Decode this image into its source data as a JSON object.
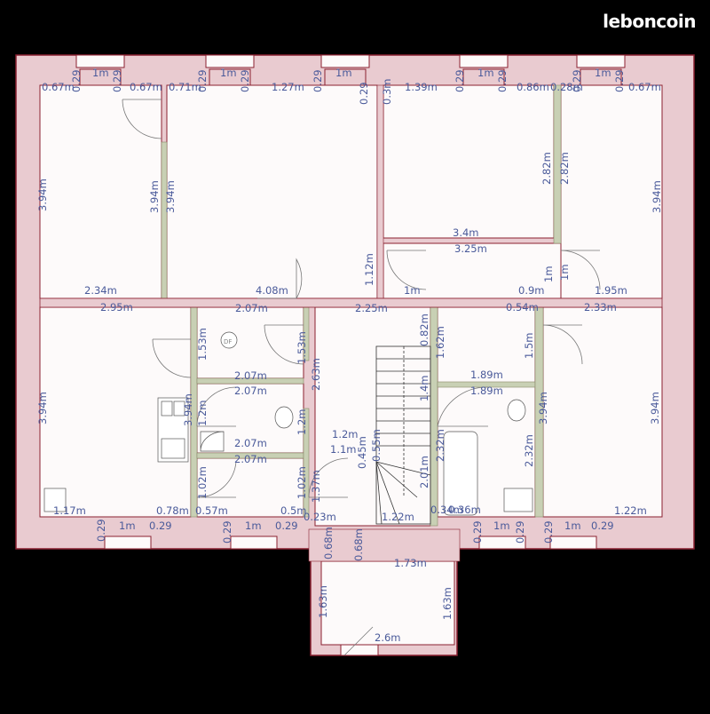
{
  "brand": {
    "name": "leboncoin"
  },
  "colors": {
    "background": "#000000",
    "wall_fill": "#e9cbd0",
    "wall_stroke": "#8a2030",
    "room_fill": "#fdfafa",
    "partition": "#c8d0b4",
    "dimension_text": "#4a5a9a"
  },
  "symbols": {
    "df_label": "DF"
  },
  "dimensions": {
    "top": [
      "0.67m",
      "0.29",
      "1m",
      "0.29",
      "0.67m",
      "0.71m",
      "0.29",
      "1m",
      "0.29",
      "1.27m",
      "0.29",
      "1m",
      "0.29",
      "0.3m",
      "1.39m",
      "0.29",
      "1m",
      "0.29",
      "0.86m",
      "0.28m",
      "0.29",
      "1m",
      "0.29",
      "0.67m"
    ],
    "upper_rooms": [
      "3.94m",
      "3.94m",
      "3.94m",
      "2.82m",
      "2.82m",
      "3.94m",
      "3.4m",
      "3.25m",
      "1.12m",
      "1m",
      "1m",
      "0.9m",
      "1m",
      "1.95m",
      "2.34m",
      "4.08m"
    ],
    "hall_row": [
      "2.95m",
      "2.07m",
      "2.25m",
      "0.54m",
      "2.33m"
    ],
    "lower_rooms": [
      "3.94m",
      "1.53m",
      "1.53m",
      "0.82m",
      "1.62m",
      "1.5m",
      "2.07m",
      "2.07m",
      "2.63m",
      "1.4m",
      "1.89m",
      "1.89m",
      "3.94m",
      "3.94m",
      "3.94m",
      "1.2m",
      "1.2m",
      "1.2m",
      "1.1m",
      "2.07m",
      "2.07m",
      "0.45m",
      "0.55m",
      "2.32m",
      "2.32m",
      "1.02m",
      "1.02m",
      "1.37m",
      "2.01m"
    ],
    "bottom_row": [
      "1.17m",
      "0.78m",
      "0.57m",
      "0.5m",
      "0.23m",
      "1.22m",
      "0.34m",
      "0.36m",
      "1.22m",
      "1m",
      "1m",
      "1m",
      "1m",
      "0.29",
      "0.29",
      "0.29",
      "0.29",
      "0.29",
      "0.29",
      "0.29",
      "0.29"
    ],
    "entry": [
      "0.68m",
      "0.68m",
      "1.73m",
      "1.63m",
      "1.63m",
      "2.6m"
    ]
  }
}
